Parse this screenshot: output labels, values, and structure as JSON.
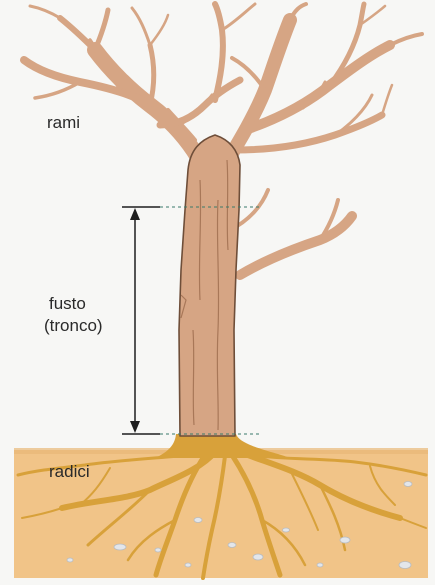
{
  "labels": {
    "branches": "rami",
    "trunk_line1": "fusto",
    "trunk_line2": "(tronco)",
    "roots": "radici"
  },
  "colors": {
    "background": "#f7f7f5",
    "tree": "#d6a584",
    "tree_outline": "#6e4e39",
    "soil": "#f1c488",
    "roots": "#d8a13a",
    "stones": "#e3e6ea",
    "arrow": "#1e1e1e",
    "guide_line": "#3a7a6a"
  },
  "icons": {
    "dimension_arrow": "double-headed-vertical-arrow"
  }
}
